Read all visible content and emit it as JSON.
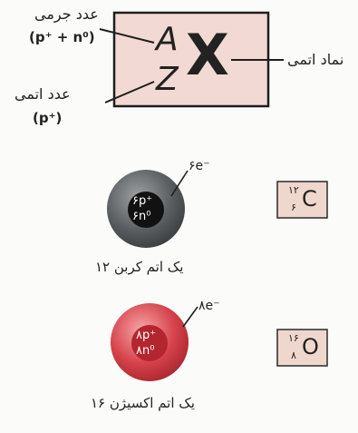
{
  "notation": {
    "mass_number_label": "عدد جرمی",
    "mass_number_formula": "(p⁺ + n⁰)",
    "atomic_number_label": "عدد اتمی",
    "atomic_number_formula": "(p⁺)",
    "symbol_label": "نماد اتمی",
    "letter_a": "A",
    "letter_z": "Z",
    "letter_x": "X"
  },
  "carbon": {
    "electrons": "۶e⁻",
    "protons": "۶p⁺",
    "neutrons": "۶n⁰",
    "caption": "یک اتم کربن ۱۲",
    "card_mass": "۱۲",
    "card_atomic": "۶",
    "card_symbol": "C"
  },
  "oxygen": {
    "electrons": "۸e⁻",
    "protons": "۸p⁺",
    "neutrons": "۸n⁰",
    "caption": "یک اتم اکسیژن ۱۶",
    "card_mass": "۱۶",
    "card_atomic": "۸",
    "card_symbol": "O"
  },
  "colors": {
    "box_fill": "#f3d9d3",
    "carbon_cloud": "#5b5f62",
    "carbon_nucleus": "#111111",
    "oxygen_cloud": "#d6434c",
    "oxygen_nucleus": "#b3262f",
    "card_fill": "#f0d7cd"
  }
}
